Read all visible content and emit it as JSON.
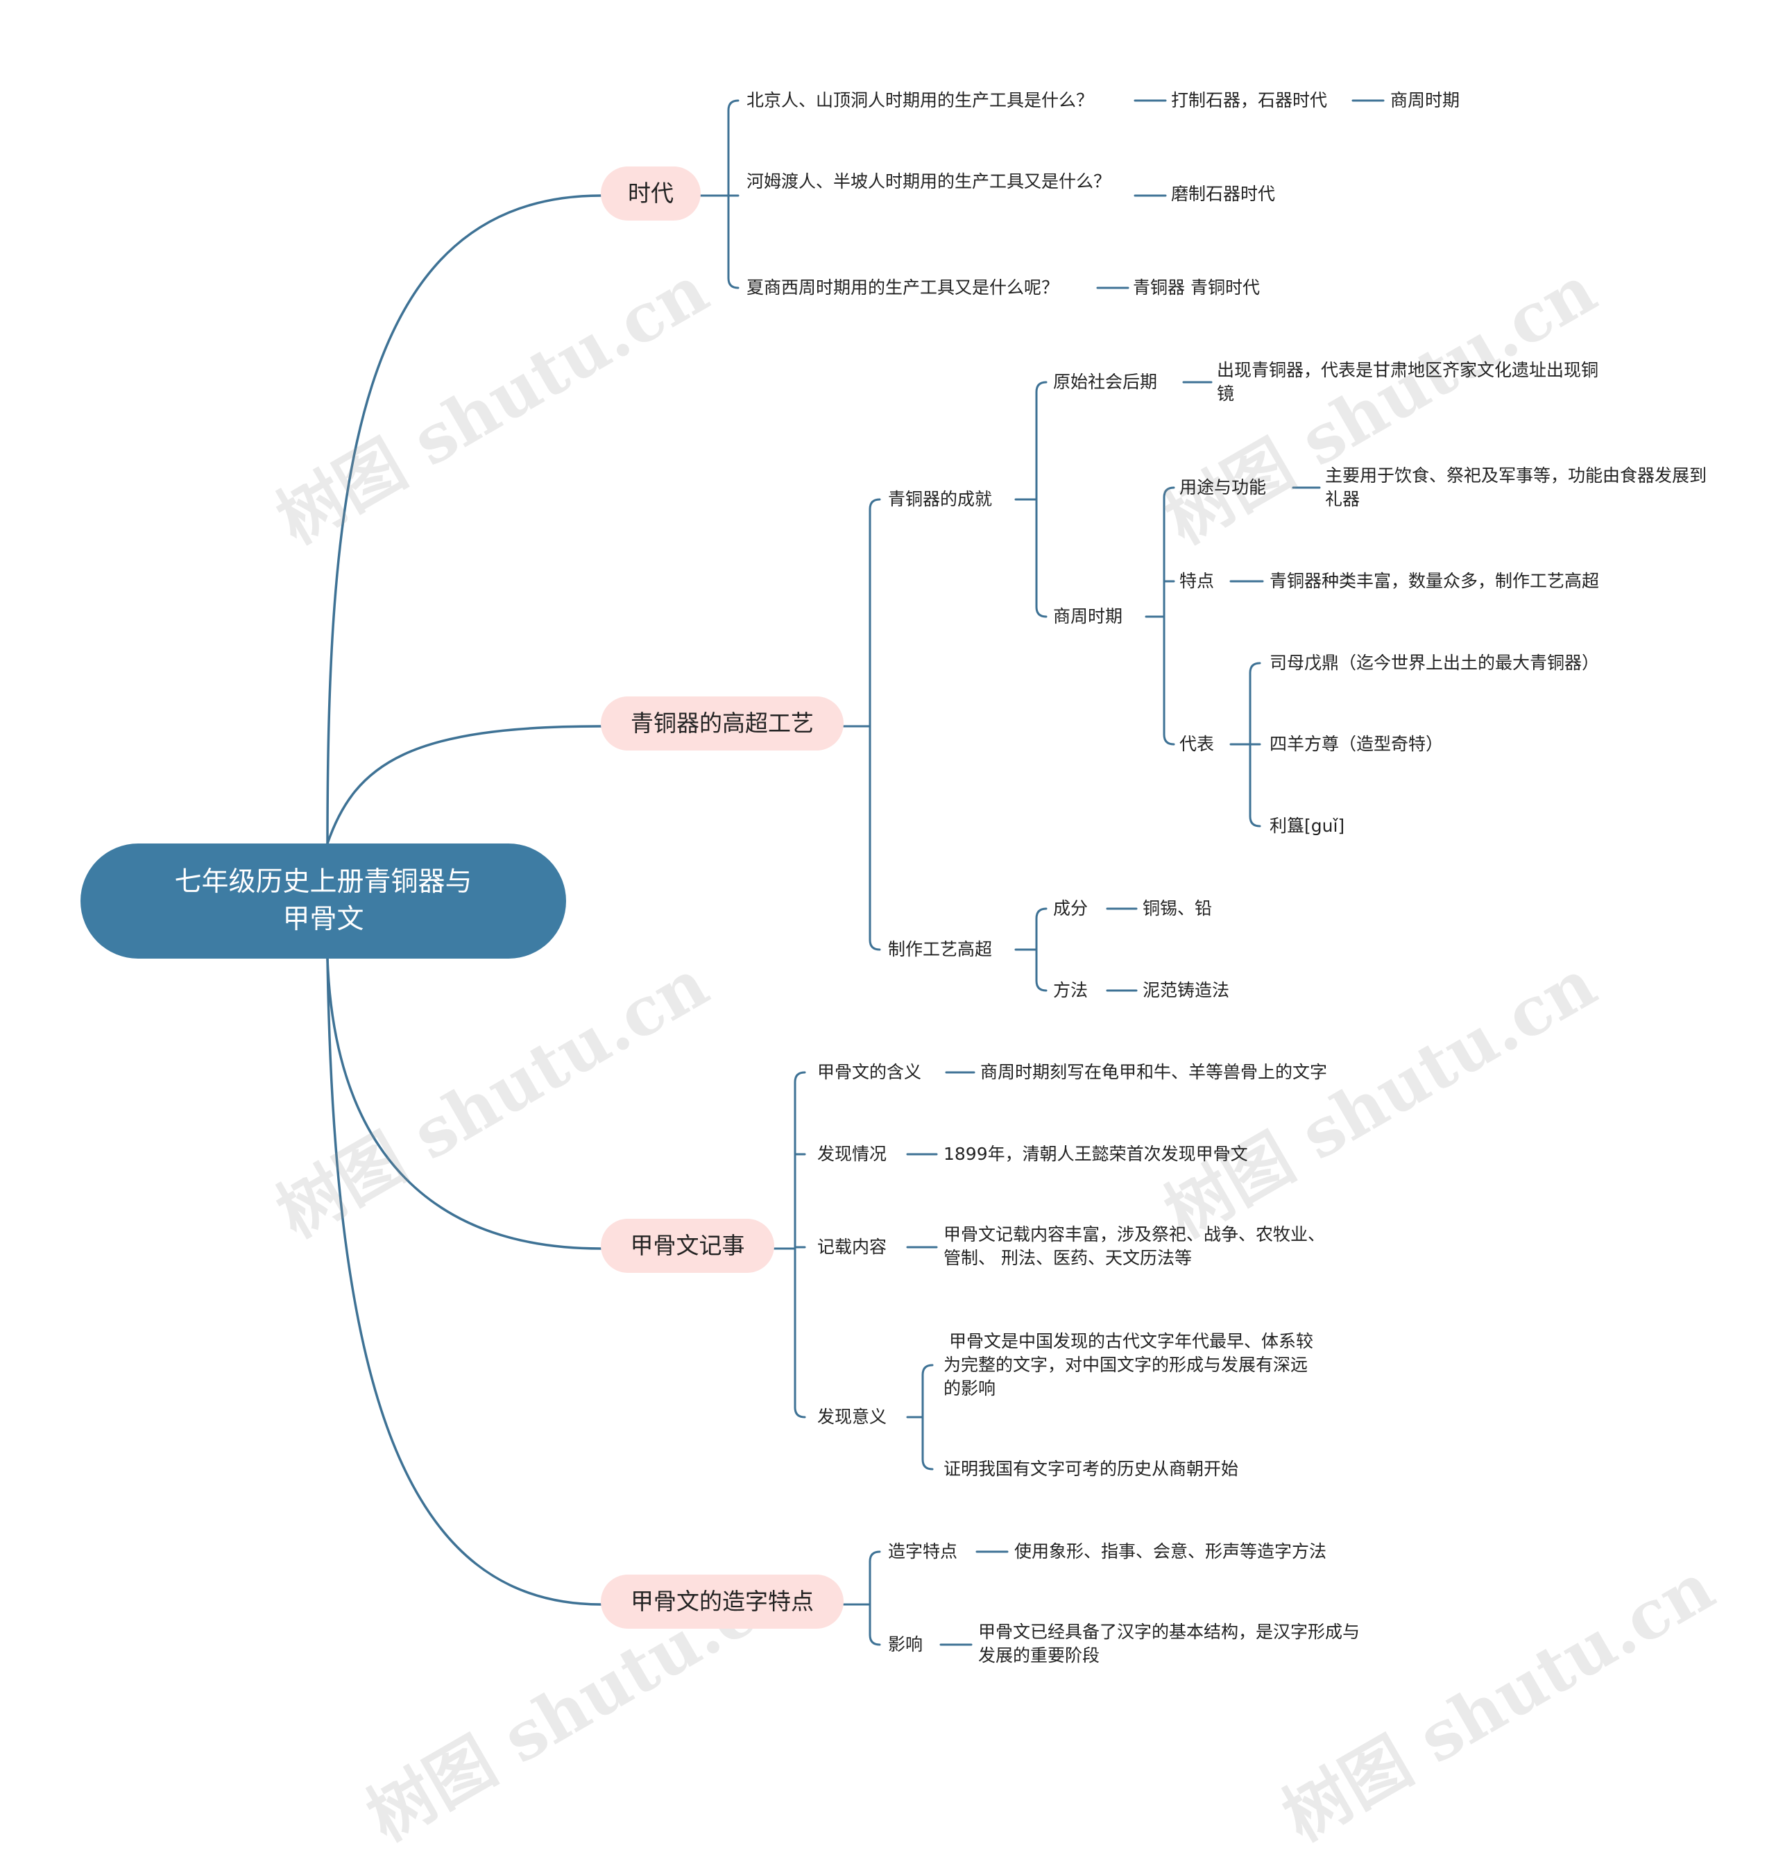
{
  "root": {
    "title_line1": "七年级历史上册青铜器与",
    "title_line2": "甲骨文"
  },
  "colors": {
    "root_fill": "#3e7ca3",
    "branch_fill": "#fde0de",
    "line": "#3e7295"
  },
  "watermark": "树图 shutu.cn",
  "branches": {
    "era": {
      "label": "时代",
      "q1": "北京人、山顶洞人时期用的生产工具是什么？",
      "q1_a": "打制石器，石器时代",
      "q1_a_next": "商周时期",
      "q2": "河姆渡人、半坡人时期用的生产工具又是什么？",
      "q2_a": "磨制石器时代",
      "q3": "夏商西周时期用的生产工具又是什么呢？",
      "q3_a": "青铜器 青铜时代"
    },
    "bronze": {
      "label": "青铜器的高超工艺",
      "achievement": "青铜器的成就",
      "primitive": "原始社会后期",
      "primitive_detail": "出现青铜器，代表是甘肃地区齐家文化遗址出现铜镜",
      "shang_zhou": "商周时期",
      "usage": "用途与功能",
      "usage_detail": "主要用于饮食、祭祀及军事等，功能由食器发展到礼器",
      "features": "特点",
      "features_detail": "青铜器种类丰富，数量众多，制作工艺高超",
      "representatives": "代表",
      "rep1": "司母戊鼎（迄今世界上出土的最大青铜器）",
      "rep2": "四羊方尊（造型奇特）",
      "rep3": "利簋[guǐ]",
      "craft": "制作工艺高超",
      "composition": "成分",
      "composition_detail": "铜锡、铅",
      "method": "方法",
      "method_detail": "泥范铸造法"
    },
    "oracle": {
      "label": "甲骨文记事",
      "meaning": "甲骨文的含义",
      "meaning_detail": "商周时期刻写在龟甲和牛、羊等兽骨上的文字",
      "discovery": "发现情况",
      "discovery_detail": "1899年，清朝人王懿荣首次发现甲骨文",
      "content": "记载内容",
      "content_detail": "甲骨文记载内容丰富，涉及祭祀、战争、农牧业、管制、 刑法、医药、天文历法等",
      "significance": "发现意义",
      "significance1": " 甲骨文是中国发现的古代文字年代最早、体系较为完整的文字，对中国文字的形成与发展有深远的影响",
      "significance2": "证明我国有文字可考的历史从商朝开始"
    },
    "chars": {
      "label": "甲骨文的造字特点",
      "method": "造字特点",
      "method_detail": "使用象形、指事、会意、形声等造字方法",
      "impact": "影响",
      "impact_detail": "甲骨文已经具备了汉字的基本结构，是汉字形成与发展的重要阶段"
    }
  }
}
